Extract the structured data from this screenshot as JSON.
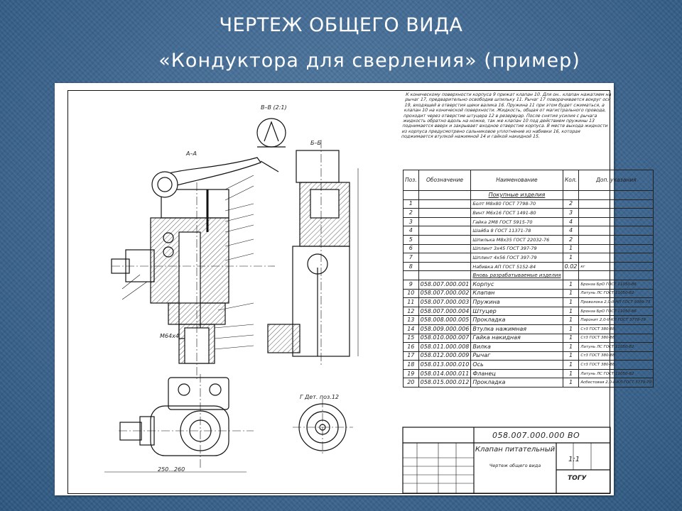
{
  "title": {
    "line1": "ЧЕРТЕЖ ОБЩЕГО ВИДА",
    "line2": "«Кондуктора для сверления» (пример)"
  },
  "drawing": {
    "note": "К коническому поверхности корпуса 9 прижат клапан 10. Для он.. клапан нажатием на рычаг 17, предварительно освободив шпильку 11. Рычаг 17 поворачивается вокруг оси 19, входящей в отверстия щеки валика 16. Пружина 11 при этом будет сжиматься, а клапан 10 на конической поверхности. Жидкость, общая от магистрального провода, проходит через отверстие штуцера 12 в резервуар. После снятия усилия с рычага жидкость обратно вдоль на ножке, так же клапан 10 под действием пружины 13 поднимается вверх и закрывает входное отверстие корпуса. В месте выхода жидкости из корпуса предусмотрено сальниковое уплотнение из набивки 16, которая поджимается втулкой нажимной 14 и гайкой накидной 15.",
    "labels": {
      "section_vv": "В–В (2:1)",
      "section_aa": "А–А",
      "section_bb": "Б–Б",
      "detail": "Г  Дет. поз.12",
      "size1": "250...260",
      "size2": "М64х4"
    },
    "spec_headers": [
      "Поз.",
      "Обозначение",
      "Наименование",
      "Кол.",
      "Доп. указания"
    ],
    "spec_section1": "Покупные изделия",
    "spec_section2": "Вновь разрабатываемые изделия",
    "spec_rows": [
      {
        "pos": "1",
        "code": "",
        "name": "Болт М8х80 ГОСТ 7798-70",
        "qty": "2",
        "note": ""
      },
      {
        "pos": "2",
        "code": "",
        "name": "Винт М6х16 ГОСТ 1491-80",
        "qty": "3",
        "note": ""
      },
      {
        "pos": "3",
        "code": "",
        "name": "Гайка 2М8 ГОСТ 5915-70",
        "qty": "4",
        "note": ""
      },
      {
        "pos": "4",
        "code": "",
        "name": "Шайба 8 ГОСТ 11371-78",
        "qty": "4",
        "note": ""
      },
      {
        "pos": "5",
        "code": "",
        "name": "Шпилька М8х35 ГОСТ 22032-76",
        "qty": "2",
        "note": ""
      },
      {
        "pos": "6",
        "code": "",
        "name": "Шплинт 3х45 ГОСТ 397-79",
        "qty": "1",
        "note": ""
      },
      {
        "pos": "7",
        "code": "",
        "name": "Шплинт 4х56 ГОСТ 397-79",
        "qty": "1",
        "note": ""
      },
      {
        "pos": "8",
        "code": "",
        "name": "Набивка АП ГОСТ 5152-84",
        "qty": "0.02",
        "note": "кг"
      },
      {
        "pos": "9",
        "code": "058.007.000.001",
        "name": "Корпус",
        "qty": "1",
        "note": "Бронза БрО ГОСТ 11050-86"
      },
      {
        "pos": "10",
        "code": "058.007.000.002",
        "name": "Клапан",
        "qty": "1",
        "note": "Латунь ЛС ГОСТ 11050-82"
      },
      {
        "pos": "11",
        "code": "058.007.000.003",
        "name": "Пружина",
        "qty": "1",
        "note": "Проволока 2,0-II-НП ГОСТ 9389-75"
      },
      {
        "pos": "12",
        "code": "058.007.000.004",
        "name": "Штуцер",
        "qty": "1",
        "note": "Бронза БрО ГОСТ 11050-86"
      },
      {
        "pos": "13",
        "code": "058.008.000.005",
        "name": "Прокладка",
        "qty": "1",
        "note": "Паронит 2,0-II-КЛ ГОСТ 3779-79"
      },
      {
        "pos": "14",
        "code": "058.009.000.006",
        "name": "Втулка нажимная",
        "qty": "1",
        "note": "Ст3 ГОСТ 380-88"
      },
      {
        "pos": "15",
        "code": "058.010.000.007",
        "name": "Гайка накидная",
        "qty": "1",
        "note": "Ст3 ГОСТ 380-88"
      },
      {
        "pos": "16",
        "code": "058.011.000.008",
        "name": "Вилка",
        "qty": "1",
        "note": "Латунь ЛС ГОСТ 11050-82"
      },
      {
        "pos": "17",
        "code": "058.012.000.009",
        "name": "Рычаг",
        "qty": "1",
        "note": "Ст3 ГОСТ 380-88"
      },
      {
        "pos": "18",
        "code": "058.013.000.010",
        "name": "Ось",
        "qty": "1",
        "note": "Ст3 ГОСТ 380-88"
      },
      {
        "pos": "19",
        "code": "058.014.000.011",
        "name": "Фланец",
        "qty": "1",
        "note": "Латунь ЛС ГОСТ 11050-82"
      },
      {
        "pos": "20",
        "code": "058.015.000.012",
        "name": "Прокладка",
        "qty": "1",
        "note": "Асбестовая 2,0-II-КЛ ГОСТ 3779-79"
      }
    ],
    "stamp": {
      "code": "058.007.000.000 ВО",
      "name": "Клапан питательный",
      "sub": "Чертеж общего вида",
      "scale": "1:1",
      "org": "ТОГУ"
    }
  }
}
